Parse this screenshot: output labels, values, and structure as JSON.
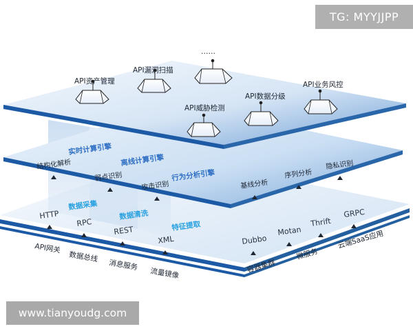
{
  "watermark_tag": "TG: MYYJJPP",
  "watermark_url": "www.tianyoudg.com",
  "colors": {
    "blue_label": "#2f6fc4",
    "cyan_label": "#27a0e0",
    "layer_dark": "#1d5aa6",
    "layer_light": "#cfe0f3"
  },
  "top_layer": {
    "ellipsis": "......",
    "modules": [
      "API资产管理",
      "API漏洞扫描",
      "API威胁检测",
      "API数据分级",
      "API业务风控"
    ]
  },
  "middle_layer": {
    "engines": [
      "实时计算引擎",
      "离线计算引擎",
      "行为分析引擎"
    ],
    "left_items": [
      "结构化解析",
      "弱点识别",
      "攻击识别"
    ],
    "right_items": [
      "基线分析",
      "序列分析",
      "隐私识别"
    ]
  },
  "bottom_layer": {
    "processes": [
      "数据采集",
      "数据清洗",
      "特征提取"
    ],
    "protocols": [
      "HTTP",
      "RPC",
      "REST",
      "XML"
    ],
    "frameworks": [
      "Dubbo",
      "Motan",
      "Thrift",
      "GRPC"
    ]
  },
  "sources": {
    "left": [
      "API网关",
      "数据总线",
      "消息服务",
      "流量镜像"
    ],
    "right": [
      "容器集群",
      "微服务",
      "云端SaaS应用"
    ]
  }
}
